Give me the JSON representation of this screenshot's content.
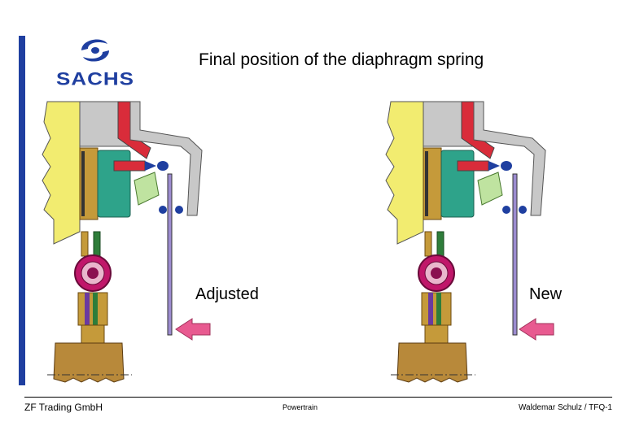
{
  "header": {
    "logo_text": "SACHS",
    "title": "Final position of the diaphragm spring"
  },
  "diagrams": [
    {
      "label": "Adjusted"
    },
    {
      "label": "New"
    }
  ],
  "footer": {
    "left": "ZF Trading GmbH",
    "center": "Powertrain",
    "right": "Waldemar Schulz / TFQ-1"
  },
  "colors": {
    "brand_blue": "#1f3fa0",
    "housing_yellow": "#f2ec70",
    "housing_grey": "#c8c8c8",
    "release_red": "#d92c3a",
    "bearing_teal": "#2ea38a",
    "seal_magenta": "#c0176a",
    "shaft_bronze": "#c59a3a",
    "arrow_pink": "#e85a90",
    "spring_lavender": "#9c8cd0"
  }
}
